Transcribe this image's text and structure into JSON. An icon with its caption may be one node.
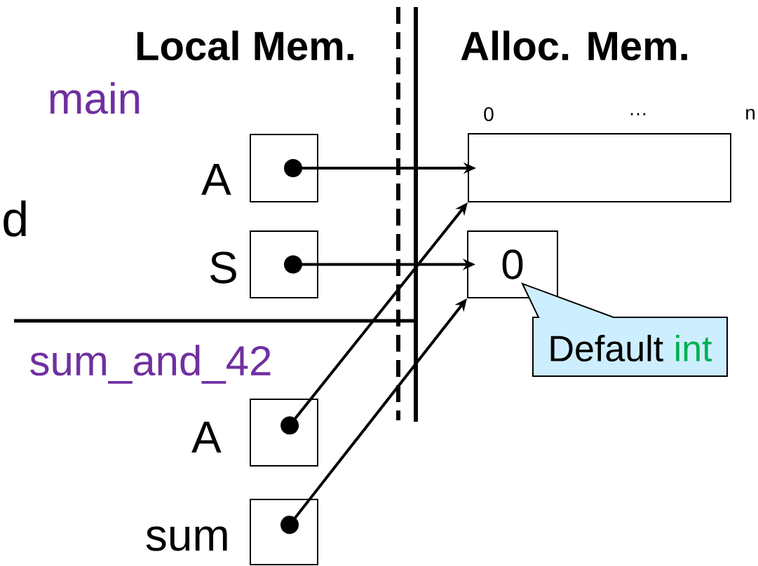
{
  "diagram": {
    "nodes": [
      {
        "text": [],
        "shape": "box",
        "beside": [
          "A"
        ]
      },
      {
        "text": [],
        "shape": "box",
        "beside": [
          "S"
        ]
      },
      {
        "text": [],
        "shape": "box",
        "beside": [
          "A"
        ]
      },
      {
        "text": [],
        "shape": "box",
        "beside": [
          "sum"
        ]
      },
      {
        "text": [],
        "shape": "box",
        "beside": [
          "0",
          "…",
          "n"
        ]
      },
      {
        "text": [
          "0"
        ]
      },
      {
        "text": [
          "Default",
          "int"
        ]
      }
    ],
    "edges": [
      {
        "from": 0,
        "to": 4,
        "arrow": "to"
      },
      {
        "from": 1,
        "to": 5,
        "arrow": "to"
      },
      {
        "from": 2,
        "to": 4,
        "arrow": "to"
      },
      {
        "from": 3,
        "to": 5,
        "arrow": "to"
      }
    ],
    "labels": [
      "Local Mem.",
      "Alloc. Mem.",
      "main",
      "d",
      "sum_and_42"
    ]
  }
}
